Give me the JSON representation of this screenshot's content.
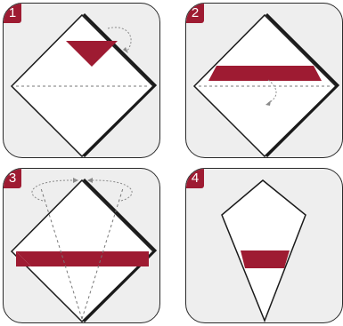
{
  "steps": [
    {
      "number": "1"
    },
    {
      "number": "2"
    },
    {
      "number": "3"
    },
    {
      "number": "4"
    }
  ],
  "colors": {
    "accent": "#9e1b32",
    "paper": "#ffffff",
    "panel_background": "#eeeeee",
    "outline": "#1a1a1a",
    "fold_line": "#777777",
    "arrow": "#8a8a8a"
  }
}
